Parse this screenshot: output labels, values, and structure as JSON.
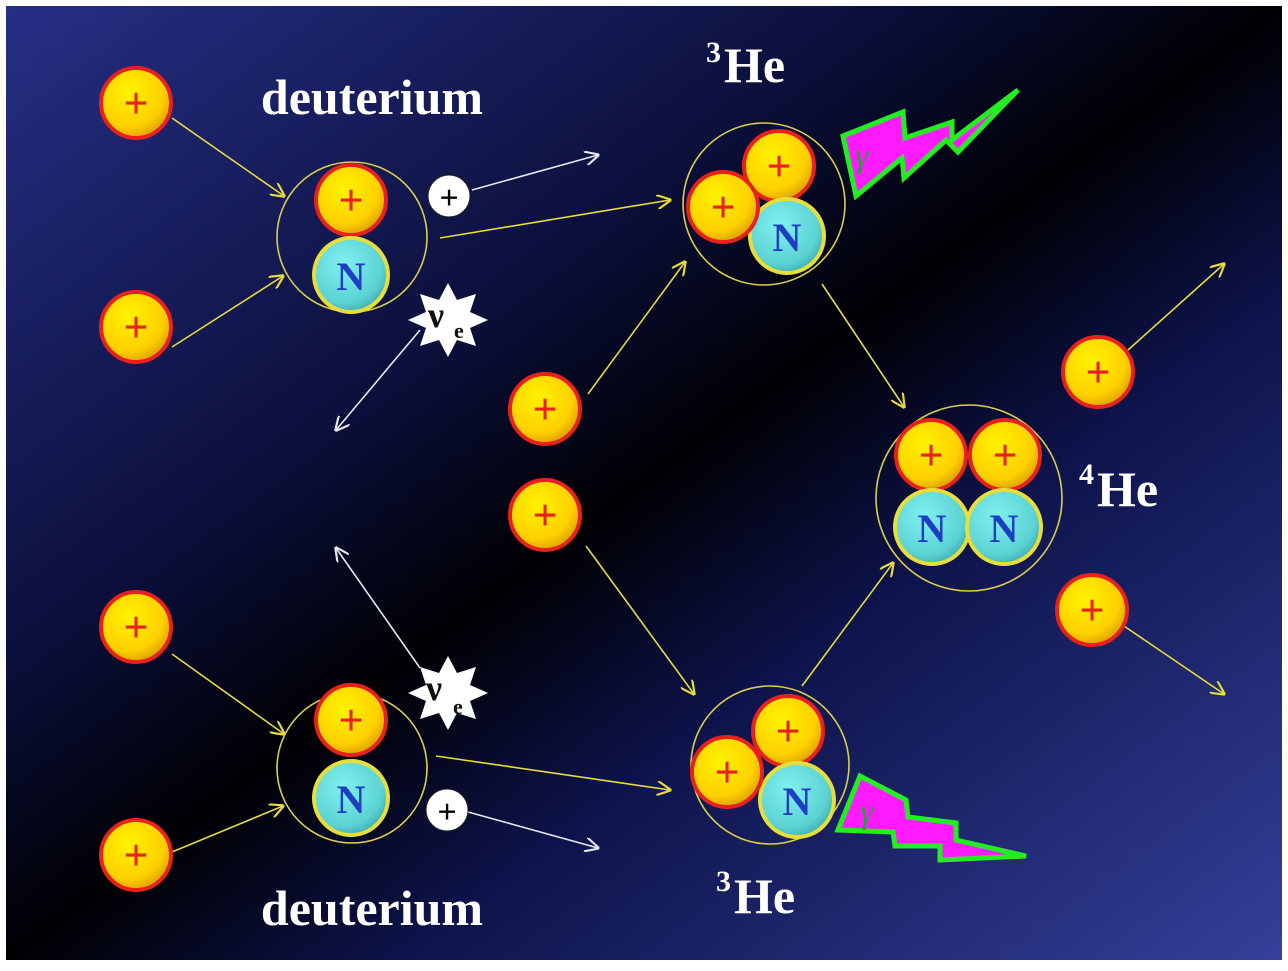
{
  "labels": {
    "deuterium_top": "deuterium",
    "deuterium_bottom": "deuterium",
    "he3_top_sup": "3",
    "he3_top": "He",
    "he3_bottom_sup": "3",
    "he3_bottom": "He",
    "he4_sup": "4",
    "he4": "He"
  },
  "symbols": {
    "proton": "+",
    "neutron": "N",
    "positron": "+",
    "neutrino": "ν",
    "neutrino_sub": "e",
    "gamma": "γ"
  },
  "colors": {
    "background_dark": "#000000",
    "background_blue": "#1c2a78",
    "proton_fill": "#ffd400",
    "proton_ring": "#e8211c",
    "neutron_fill": "#5fd6d6",
    "neutron_ring": "#e7de3a",
    "nucleus_ring": "#d9cf4a",
    "arrow_yellow": "#e6dc3c",
    "arrow_white": "#e8e8f0",
    "gamma_fill": "#ff1aff",
    "gamma_ring": "#22ee22"
  }
}
